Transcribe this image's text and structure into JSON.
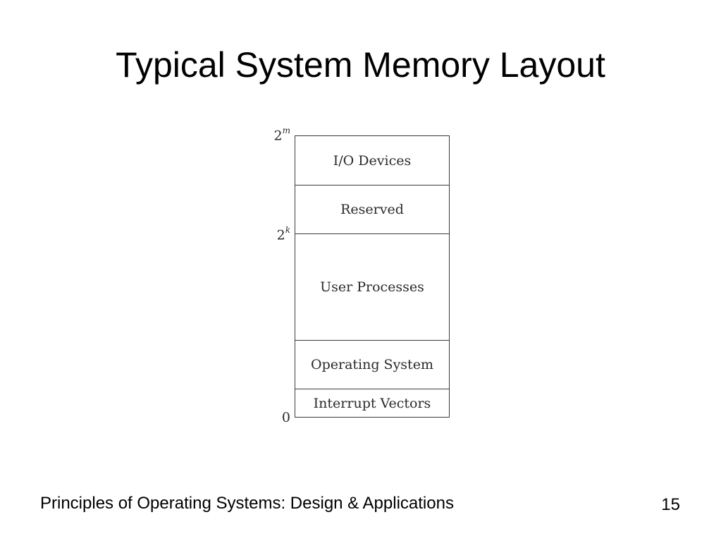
{
  "slide": {
    "title": "Typical System Memory Layout",
    "footer_text": "Principles of Operating Systems: Design & Applications",
    "page_number": "15"
  },
  "diagram": {
    "regions": [
      {
        "label": "I/O Devices"
      },
      {
        "label": "Reserved"
      },
      {
        "label": "User Processes"
      },
      {
        "label": "Operating System"
      },
      {
        "label": "Interrupt Vectors"
      }
    ],
    "addresses": {
      "top": {
        "base": "2",
        "exponent": "m"
      },
      "mid": {
        "base": "2",
        "exponent": "k"
      },
      "bottom": {
        "base": "0"
      }
    }
  }
}
